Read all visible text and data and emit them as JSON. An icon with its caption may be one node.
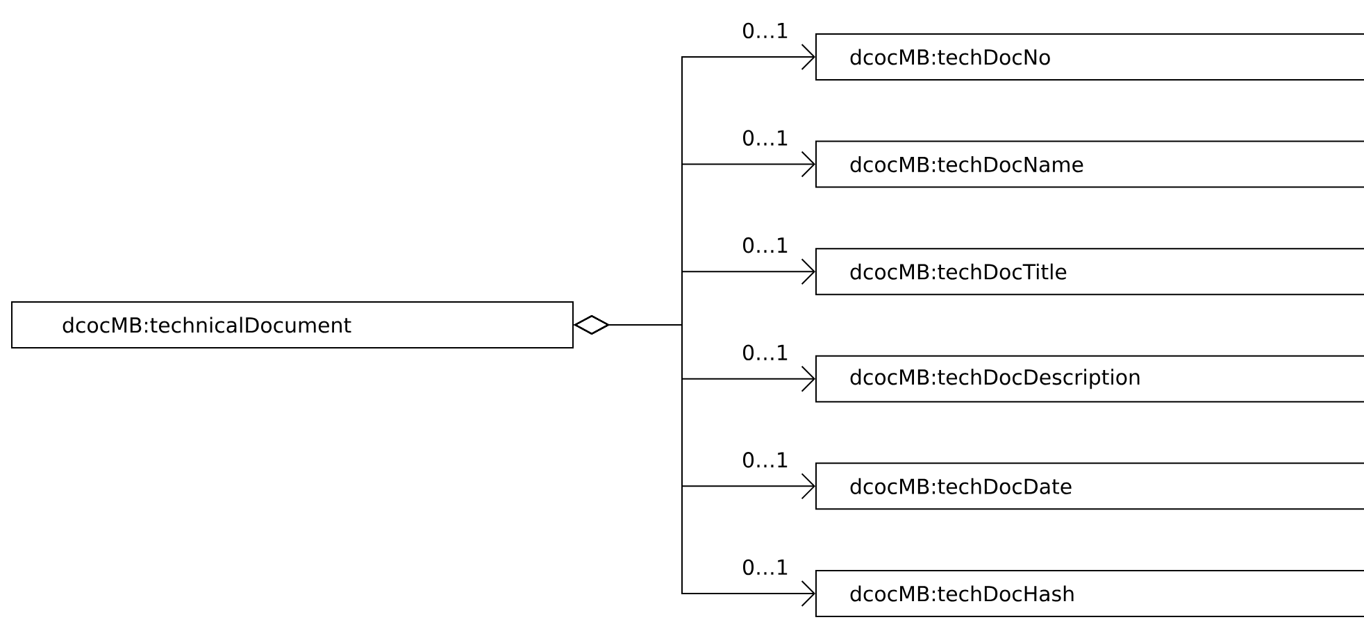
{
  "diagram": {
    "nodes": [
      {
        "text": [
          "dcocMB:technicalDocument"
        ]
      },
      {
        "text": [
          "dcocMB:techDocNo"
        ]
      },
      {
        "text": [
          "dcocMB:techDocName"
        ]
      },
      {
        "text": [
          "dcocMB:techDocTitle"
        ]
      },
      {
        "text": [
          "dcocMB:techDocDescription"
        ]
      },
      {
        "text": [
          "dcocMB:techDocDate"
        ]
      },
      {
        "text": [
          "dcocMB:techDocHash"
        ]
      }
    ],
    "edges": [
      {
        "from": 0,
        "to": 1,
        "arrow": "to",
        "label": "0…1"
      },
      {
        "from": 0,
        "to": 2,
        "arrow": "to",
        "label": "0…1"
      },
      {
        "from": 0,
        "to": 3,
        "arrow": "to",
        "label": "0…1"
      },
      {
        "from": 0,
        "to": 4,
        "arrow": "to",
        "label": "0…1"
      },
      {
        "from": 0,
        "to": 5,
        "arrow": "to",
        "label": "0…1"
      },
      {
        "from": 0,
        "to": 6,
        "arrow": "to",
        "label": "0…1"
      }
    ]
  }
}
